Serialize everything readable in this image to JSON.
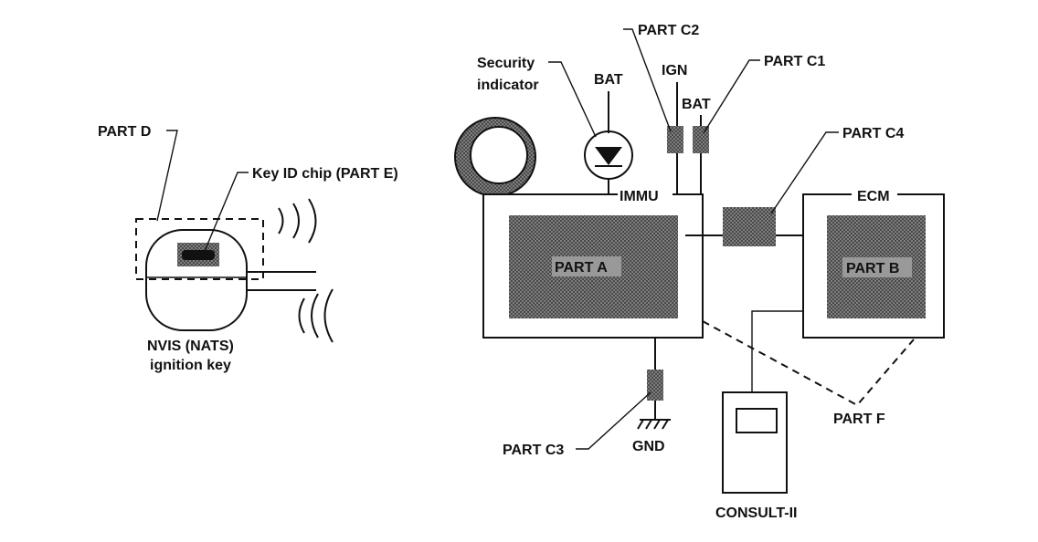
{
  "labels": {
    "part_d": "PART D",
    "key_id_chip": "Key ID chip (PART E)",
    "key_line1": "NVIS (NATS)",
    "key_line2": "ignition key",
    "security_line1": "Security",
    "security_line2": "indicator",
    "bat_indicator": "BAT",
    "part_c2": "PART C2",
    "ign": "IGN",
    "bat_supply": "BAT",
    "part_c1": "PART C1",
    "part_c4": "PART C4",
    "immu": "IMMU",
    "part_a": "PART A",
    "ecm": "ECM",
    "part_b": "PART B",
    "part_c3": "PART C3",
    "gnd": "GND",
    "part_f": "PART F",
    "consult": "CONSULT-II"
  }
}
